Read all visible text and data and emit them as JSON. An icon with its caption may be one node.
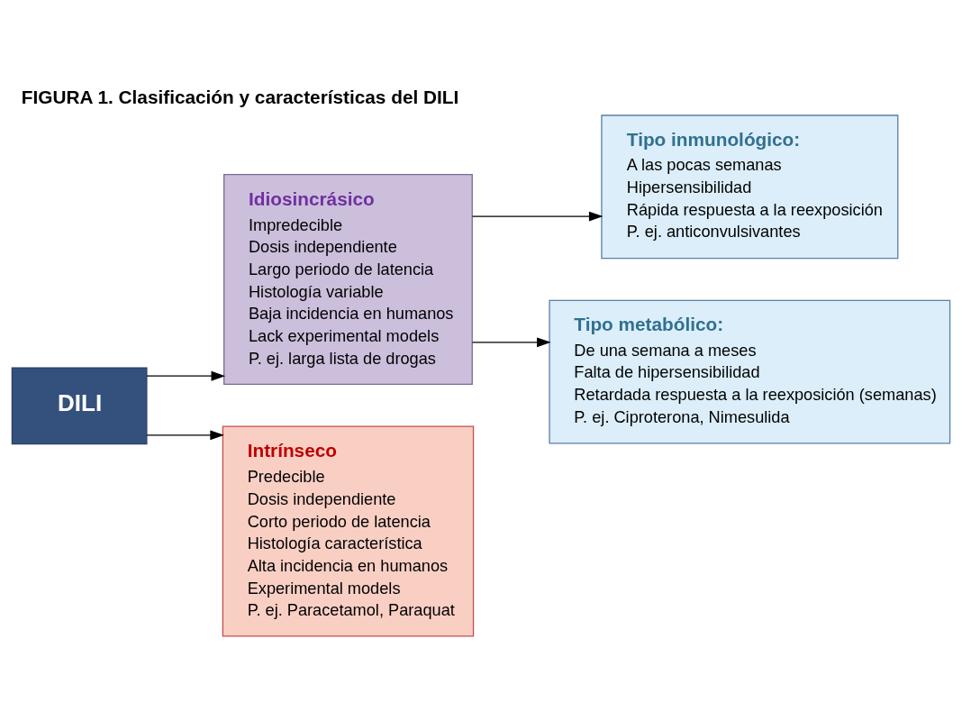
{
  "diagram": {
    "title": "FIGURA 1. Clasificación y características del DILI",
    "nodes": [
      {
        "text": [
          "DILI"
        ]
      },
      {
        "text": [
          "Idiosincrásico",
          "Impredecible",
          "Dosis independiente",
          "Largo periodo de latencia",
          "Histología variable",
          "Baja incidencia en humanos",
          "Lack experimental models",
          "P. ej. larga lista de drogas"
        ]
      },
      {
        "text": [
          "Intrínseco",
          "Predecible",
          "Dosis independiente",
          "Corto periodo de latencia",
          "Histología característica",
          "Alta incidencia en humanos",
          "Experimental models",
          "P. ej. Paracetamol, Paraquat"
        ]
      },
      {
        "text": [
          "Tipo inmunológico:",
          "A las pocas semanas",
          "Hipersensibilidad",
          "Rápida respuesta a la reexposición",
          "P. ej. anticonvulsivantes"
        ]
      },
      {
        "text": [
          "Tipo metabólico:",
          "De una semana a meses",
          "Falta de hipersensibilidad",
          "Retardada respuesta a la reexposición (semanas)",
          "P. ej. Ciproterona, Nimesulida"
        ]
      }
    ],
    "edges": [
      {
        "from": 0,
        "to": 1,
        "arrow": "to"
      },
      {
        "from": 0,
        "to": 2,
        "arrow": "to"
      },
      {
        "from": 1,
        "to": 3,
        "arrow": "to"
      },
      {
        "from": 1,
        "to": 4,
        "arrow": "to"
      }
    ]
  }
}
